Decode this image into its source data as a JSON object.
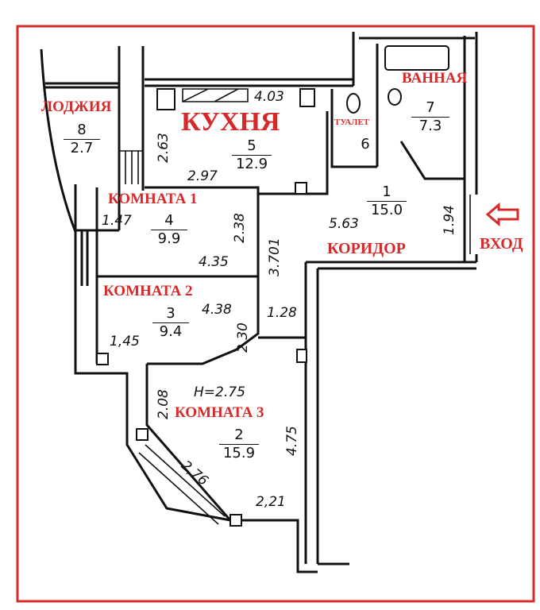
{
  "colors": {
    "frame": "#d62a2a",
    "label": "#d62a2a",
    "lines": "#111111"
  },
  "labels": {
    "loggia": "ЛОДЖИЯ",
    "kitchen": "КУХНЯ",
    "toilet": "ТУАЛЕТ",
    "bathroom": "ВАННАЯ",
    "corridor": "КОРИДОР",
    "entrance": "ВХОД",
    "room1": "КОМНАТА 1",
    "room2": "КОМНАТА 2",
    "room3": "КОМНАТА 3"
  },
  "rooms": [
    {
      "num": "8",
      "area": "2.7"
    },
    {
      "num": "5",
      "area": "12.9"
    },
    {
      "num": "6",
      "area": ""
    },
    {
      "num": "7",
      "area": "7.3"
    },
    {
      "num": "1",
      "area": "15.0"
    },
    {
      "num": "4",
      "area": "9.9"
    },
    {
      "num": "3",
      "area": "9.4"
    },
    {
      "num": "2",
      "area": "15.9"
    }
  ],
  "dims": {
    "d403": "4.03",
    "d263": "2.63",
    "d297": "2.97",
    "d147": "1.47",
    "d238": "2.38",
    "d435": "4.35",
    "d370": "3.701",
    "d563": "5.63",
    "d194": "1.94",
    "d438": "4.38",
    "d230": "2.30",
    "d128": "1.28",
    "d145": "1,45",
    "d208": "2.08",
    "d475": "4.75",
    "d276": "2,76",
    "d221": "2,21",
    "height": "H=2.75"
  },
  "entrance_arrow": "arrow-left-icon"
}
